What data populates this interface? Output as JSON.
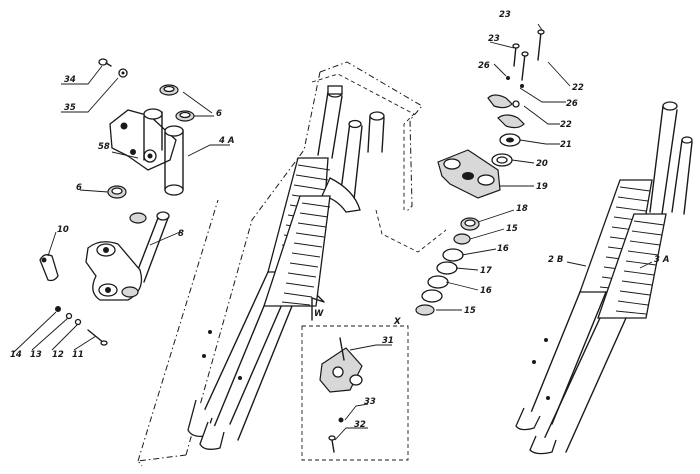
{
  "labels": {
    "l34": "34",
    "l35": "35",
    "l6a": "6",
    "l4a": "4 A",
    "l58": "58",
    "l6b": "6",
    "l10": "10",
    "l8": "8",
    "l14": "14",
    "l13": "13",
    "l12": "12",
    "l11": "11",
    "lx": "X",
    "l31": "31",
    "l33": "33",
    "l32": "32",
    "lw": "W",
    "l23a": "23",
    "l23b": "23",
    "l22a": "22",
    "l26a": "26",
    "l26b": "26",
    "l22b": "22",
    "l21": "21",
    "l20": "20",
    "l19": "19",
    "l18": "18",
    "l15a": "15",
    "l16a": "16",
    "l17": "17",
    "l16b": "16",
    "l15b": "15",
    "l2b": "2 B",
    "l3a": "3 A"
  }
}
